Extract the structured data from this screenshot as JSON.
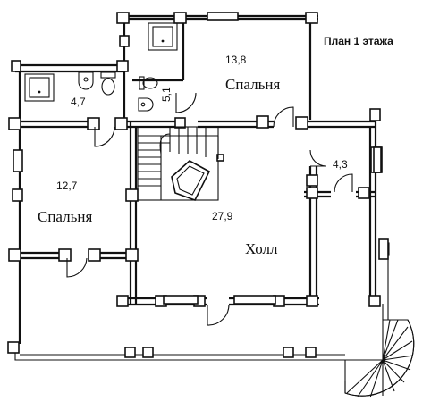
{
  "plan": {
    "title": "План 1 этажа",
    "rooms": {
      "bath_area": "4,7",
      "wc_area": "5,1",
      "bedroom_top_area": "13,8",
      "bedroom_top_name": "Спальня",
      "vestibule_area": "4,3",
      "bedroom_left_area": "12,7",
      "bedroom_left_name": "Спальня",
      "hall_area": "27,9",
      "hall_name": "Холл"
    }
  }
}
